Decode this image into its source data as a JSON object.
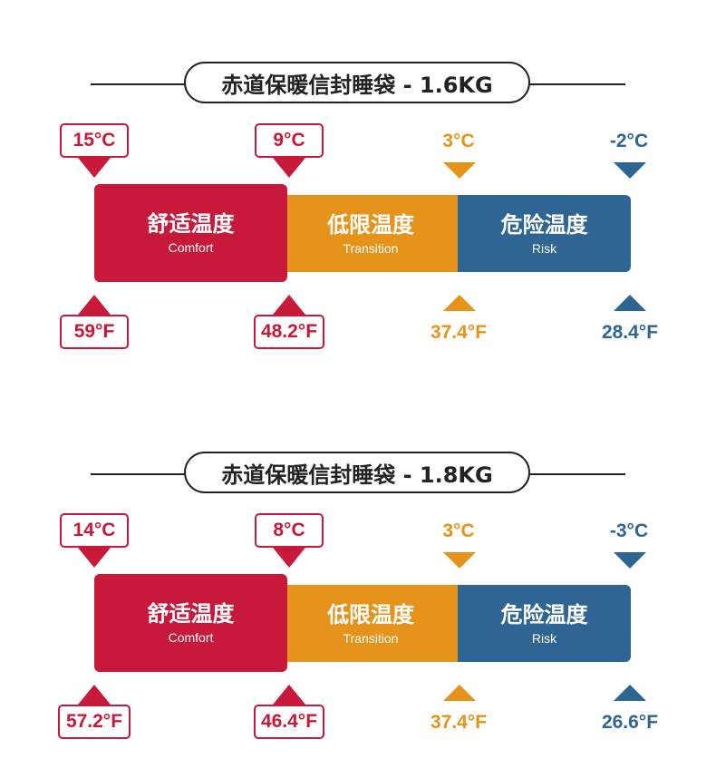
{
  "bands": {
    "comfort": {
      "cn": "舒适温度",
      "en": "Comfort"
    },
    "transition": {
      "cn": "低限温度",
      "en": "Transition"
    },
    "risk": {
      "cn": "危险温度",
      "en": "Risk"
    }
  },
  "colors": {
    "comfort": "#c8193a",
    "transition": "#e6931c",
    "risk": "#2f6592"
  },
  "panels": [
    {
      "title": "赤道保暖信封睡袋 - 1.6KG",
      "celsius": [
        "15°C",
        "9°C",
        "3°C",
        "-2°C"
      ],
      "fahrenheit": [
        "59°F",
        "48.2°F",
        "37.4°F",
        "28.4°F"
      ]
    },
    {
      "title": "赤道保暖信封睡袋 - 1.8KG",
      "celsius": [
        "14°C",
        "8°C",
        "3°C",
        "-3°C"
      ],
      "fahrenheit": [
        "57.2°F",
        "46.4°F",
        "37.4°F",
        "26.6°F"
      ]
    }
  ]
}
